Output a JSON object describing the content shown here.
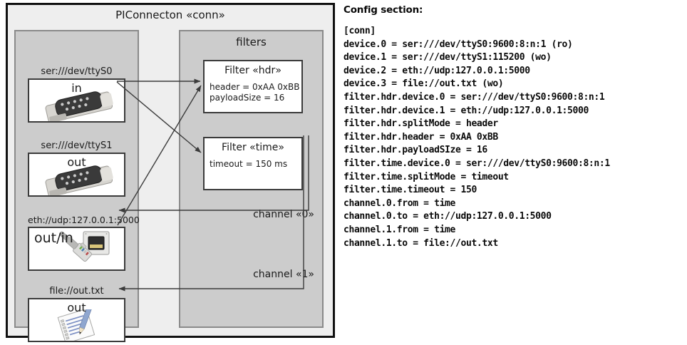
{
  "diagram": {
    "title": "PIConnecton «conn»",
    "devices_panel": {
      "title": "",
      "devices": [
        {
          "label": "ser:///dev/ttyS0",
          "direction": "in",
          "icon": "serial-db9-icon"
        },
        {
          "label": "ser:///dev/ttyS1",
          "direction": "out",
          "icon": "serial-db9-icon"
        },
        {
          "label": "eth://udp:127.0.0.1:5000",
          "direction": "out/in",
          "icon": "ethernet-plug-icon"
        },
        {
          "label": "file://out.txt",
          "direction": "out",
          "icon": "text-file-pencil-icon"
        }
      ]
    },
    "filters_panel": {
      "title": "filters",
      "filters": [
        {
          "title": "Filter «hdr»",
          "props": [
            "header = 0xAA 0xBB",
            "payloadSize = 16"
          ]
        },
        {
          "title": "Filter «time»",
          "props": [
            "timeout = 150 ms"
          ]
        }
      ]
    },
    "channels": [
      {
        "label": "channel «0»"
      },
      {
        "label": "channel «1»"
      }
    ]
  },
  "config": {
    "heading": "Config section:",
    "lines": [
      "[conn]",
      "device.0 = ser:///dev/ttyS0:9600:8:n:1 (ro)",
      "device.1 = ser:///dev/ttyS1:115200 (wo)",
      "device.2 = eth://udp:127.0.0.1:5000",
      "device.3 = file://out.txt (wo)",
      "filter.hdr.device.0 = ser:///dev/ttyS0:9600:8:n:1",
      "filter.hdr.device.1 = eth://udp:127.0.0.1:5000",
      "filter.hdr.splitMode = header",
      "filter.hdr.header = 0xAA 0xBB",
      "filter.hdr.payloadSIze = 16",
      "filter.time.device.0 = ser:///dev/ttyS0:9600:8:n:1",
      "filter.time.splitMode = timeout",
      "filter.time.timeout = 150",
      "channel.0.from = time",
      "channel.0.to = eth://udp:127.0.0.1:5000",
      "channel.1.from = time",
      "channel.1.to = file://out.txt"
    ],
    "text": "[conn]\ndevice.0 = ser:///dev/ttyS0:9600:8:n:1 (ro)\ndevice.1 = ser:///dev/ttyS1:115200 (wo)\ndevice.2 = eth://udp:127.0.0.1:5000\ndevice.3 = file://out.txt (wo)\nfilter.hdr.device.0 = ser:///dev/ttyS0:9600:8:n:1\nfilter.hdr.device.1 = eth://udp:127.0.0.1:5000\nfilter.hdr.splitMode = header\nfilter.hdr.header = 0xAA 0xBB\nfilter.hdr.payloadSIze = 16\nfilter.time.device.0 = ser:///dev/ttyS0:9600:8:n:1\nfilter.time.splitMode = timeout\nfilter.time.timeout = 150\nchannel.0.from = time\nchannel.0.to = eth://udp:127.0.0.1:5000\nchannel.1.from = time\nchannel.1.to = file://out.txt"
  },
  "colors": {
    "page_background": "#ffffff",
    "outer_panel_fill": "#eeeeee",
    "outer_panel_border": "#111111",
    "inner_panel_fill": "#cccccc",
    "inner_panel_border": "#8a8a8a",
    "box_fill": "#ffffff",
    "box_border": "#3b3b3b",
    "connector_stroke": "#3b3b3b",
    "text": "#1a1a1a"
  }
}
